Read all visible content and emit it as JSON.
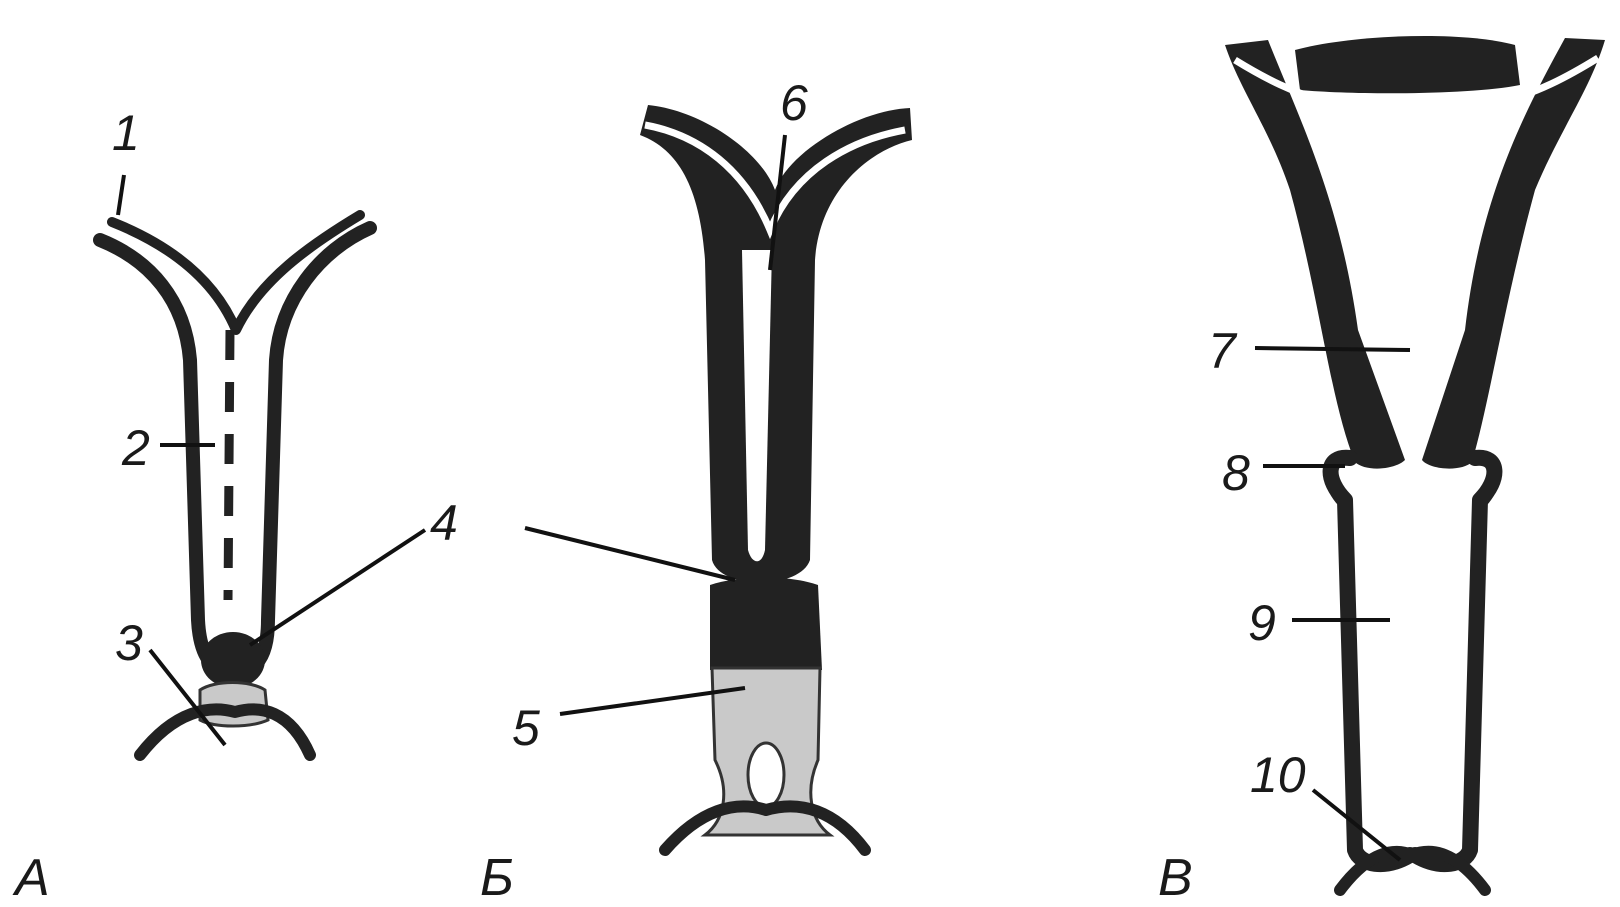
{
  "panels": {
    "a": "А",
    "b": "Б",
    "c": "В"
  },
  "labels": {
    "l1": "1",
    "l2": "2",
    "l3": "3",
    "l4": "4",
    "l5": "5",
    "l6": "6",
    "l7": "7",
    "l8": "8",
    "l9": "9",
    "l10": "10"
  }
}
